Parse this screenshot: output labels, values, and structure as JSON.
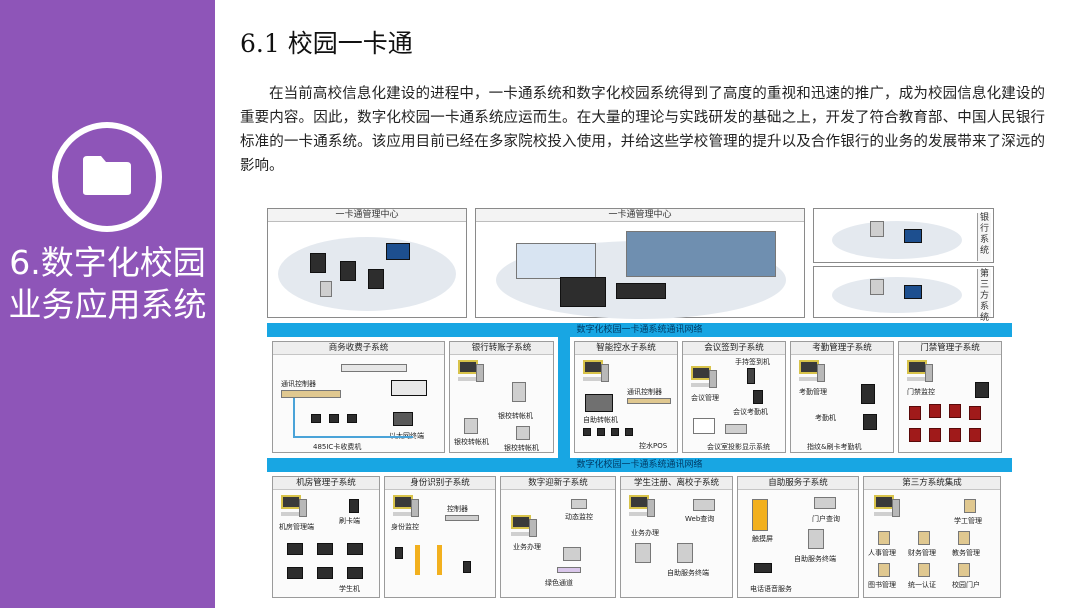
{
  "sidebar": {
    "section_title": "6.数字化校园业务应用系统",
    "icon": "folder-icon",
    "background_color": "#8e55b8"
  },
  "main": {
    "heading": "6.1 校园一卡通",
    "paragraph": "在当前高校信息化建设的进程中，一卡通系统和数字化校园系统得到了高度的重视和迅速的推广，成为校园信息化建设的重要内容。因此，数字化校园一卡通系统应运而生。在大量的理论与实践研发的基础之上，开发了符合教育部、中国人民银行标准的一卡通系统。该应用目前已经在多家院校投入使用，并给这些学校管理的提升以及合作银行的业务的发展带来了深远的影响。"
  },
  "diagram": {
    "top_panels": {
      "left_title": "一卡通管理中心",
      "center_title": "一卡通管理中心",
      "bank_label": "银行系统",
      "third_party_label": "第三方系统"
    },
    "network_label_1": "数字化校园一卡通系统通讯网络",
    "network_label_2": "数字化校园一卡通系统通讯网络",
    "row1": [
      {
        "title": "商务收费子系统",
        "labels": [
          "通讯控制器",
          "以太网终端",
          "485IC卡收费机"
        ]
      },
      {
        "title": "银行转账子系统",
        "labels": [
          "银校转帐机",
          "银校转帐机",
          "银校转帐机"
        ]
      },
      {
        "title": "智能控水子系统",
        "labels": [
          "通讯控制器",
          "自助转帐机",
          "控水POS"
        ]
      },
      {
        "title": "会议签到子系统",
        "labels": [
          "手持签到机",
          "会议管理",
          "会议考勤机",
          "会议室投影显示系统"
        ]
      },
      {
        "title": "考勤管理子系统",
        "labels": [
          "考勤管理",
          "考勤机",
          "指纹&刷卡考勤机"
        ]
      },
      {
        "title": "门禁管理子系统",
        "labels": [
          "门禁监控"
        ]
      }
    ],
    "row2": [
      {
        "title": "机房管理子系统",
        "labels": [
          "机房管理端",
          "刷卡端",
          "学生机"
        ]
      },
      {
        "title": "身份识别子系统",
        "labels": [
          "控制器",
          "身份监控"
        ]
      },
      {
        "title": "数字迎新子系统",
        "labels": [
          "动态监控",
          "业务办理",
          "绿色通道"
        ]
      },
      {
        "title": "学生注册、离校子系统",
        "labels": [
          "Web查询",
          "业务办理",
          "自助服务终端"
        ]
      },
      {
        "title": "自助服务子系统",
        "labels": [
          "门户查询",
          "触摸屏",
          "自助服务终端",
          "电话语音服务"
        ]
      },
      {
        "title": "第三方系统集成",
        "labels": [
          "学工管理",
          "人事管理",
          "财务管理",
          "教务管理",
          "图书管理",
          "统一认证",
          "校园门户"
        ]
      }
    ]
  }
}
